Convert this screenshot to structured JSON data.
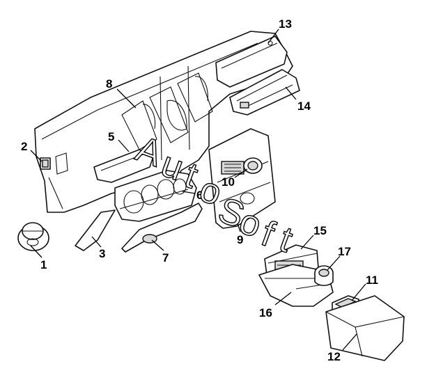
{
  "diagram": {
    "callouts": [
      {
        "id": "1",
        "label": "1"
      },
      {
        "id": "2",
        "label": "2"
      },
      {
        "id": "3",
        "label": "3"
      },
      {
        "id": "5",
        "label": "5"
      },
      {
        "id": "6",
        "label": "6"
      },
      {
        "id": "7",
        "label": "7"
      },
      {
        "id": "8",
        "label": "8"
      },
      {
        "id": "9",
        "label": "9"
      },
      {
        "id": "10",
        "label": "10"
      },
      {
        "id": "11",
        "label": "11"
      },
      {
        "id": "12",
        "label": "12"
      },
      {
        "id": "13",
        "label": "13"
      },
      {
        "id": "14",
        "label": "14"
      },
      {
        "id": "15",
        "label": "15"
      },
      {
        "id": "16",
        "label": "16"
      },
      {
        "id": "17",
        "label": "17"
      }
    ]
  },
  "watermark": {
    "letters": [
      "A",
      "u",
      "t",
      "o",
      "S",
      "o",
      "f",
      "t"
    ]
  },
  "colors": {
    "line": "#111111",
    "background": "#ffffff",
    "shade": "#d9d9d9"
  }
}
